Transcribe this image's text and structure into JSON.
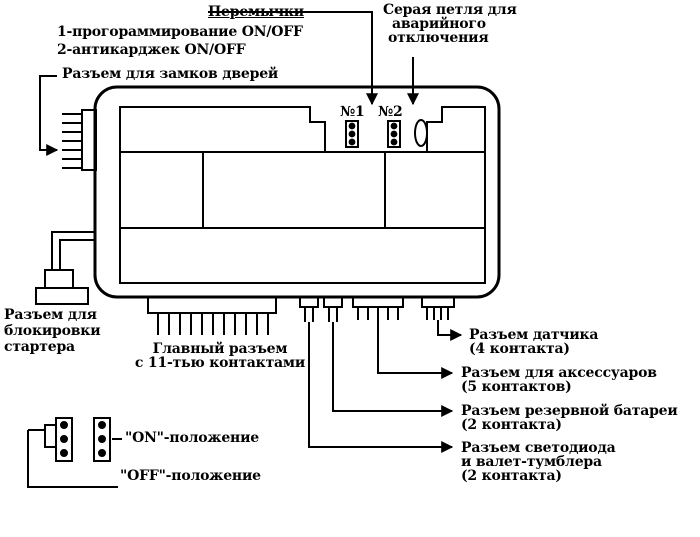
{
  "jumpers": {
    "title": "Перемычки",
    "line1": "1-прогораммирование ON/OFF",
    "line2": "2-антикарджек ON/OFF"
  },
  "gray_loop": {
    "line1": "Серая петля для",
    "line2": "аварийного",
    "line3": "отключения"
  },
  "door_lock": {
    "label": "Разъем для замков дверей"
  },
  "starter": {
    "line1": "Разъем для",
    "line2": "блокировки",
    "line3": "стартера"
  },
  "main_connector": {
    "line1": "Главный разъем",
    "line2": "с 11-тью контактами"
  },
  "sensor": {
    "line1": "Разъем датчика",
    "line2": "(4 контакта)"
  },
  "accessory": {
    "line1": "Разъем для аксессуаров",
    "line2": "(5 контактов)"
  },
  "backup_battery": {
    "line1": "Разъем резервной батареи",
    "line2": "(2 контакта)"
  },
  "led_valet": {
    "line1": "Разъем светодиода",
    "line2": "и валет-тумблера",
    "line3": "(2 контакта)"
  },
  "jumper_labels": {
    "j1": "№1",
    "j2": "№2"
  },
  "legend": {
    "on": "\"ON\"-положение",
    "off": "\"OFF\"-положение"
  }
}
